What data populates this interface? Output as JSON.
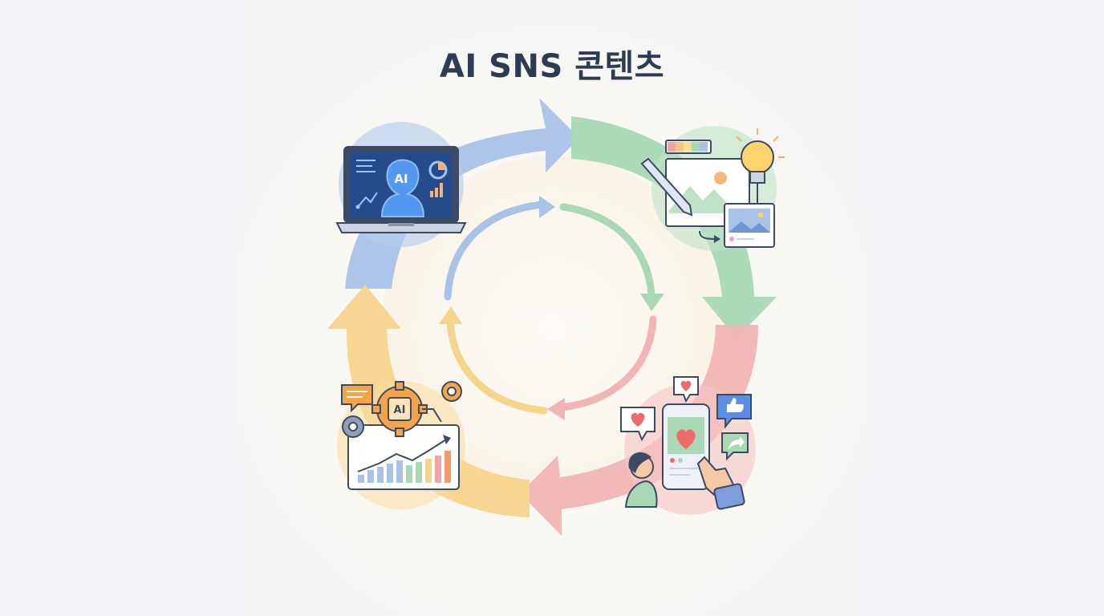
{
  "title": "AI SNS 콘텐츠",
  "stages": [
    {
      "icon": "ai-laptop-icon",
      "color": "#a9c2e8",
      "badge": "AI"
    },
    {
      "icon": "content-creation-icon",
      "color": "#a9d8b4"
    },
    {
      "icon": "social-engagement-icon",
      "color": "#f2b5b5"
    },
    {
      "icon": "ai-analytics-icon",
      "color": "#f5d48c",
      "badge": "AI"
    }
  ]
}
